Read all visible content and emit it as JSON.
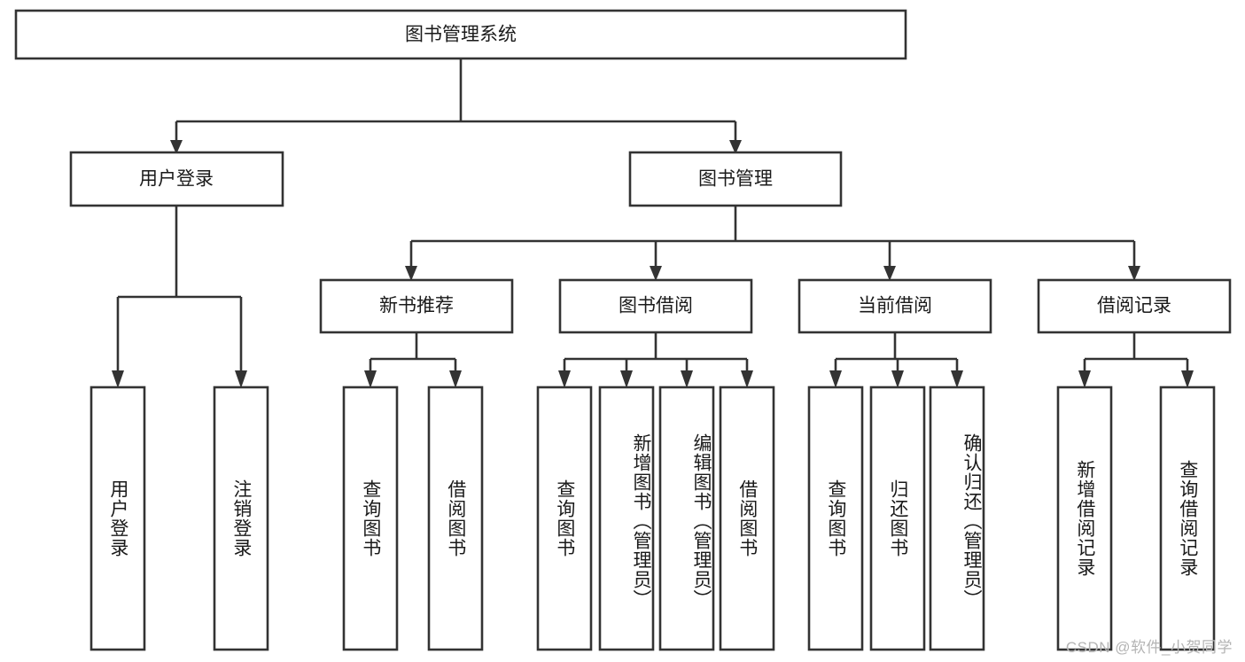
{
  "diagram": {
    "type": "tree-hierarchy",
    "title": "图书管理系统",
    "watermark": "CSDN @软件_小贺同学",
    "colors": {
      "stroke": "#333333",
      "box_fill": "#ffffff",
      "text": "#1a1a1a",
      "background": "#ffffff",
      "watermark": "#b4b4b4"
    },
    "root": {
      "label": "图书管理系统",
      "orientation": "horizontal"
    },
    "level2": [
      {
        "label": "用户登录",
        "orientation": "horizontal"
      },
      {
        "label": "图书管理",
        "orientation": "horizontal"
      }
    ],
    "level3": [
      {
        "label": "新书推荐",
        "orientation": "horizontal"
      },
      {
        "label": "图书借阅",
        "orientation": "horizontal"
      },
      {
        "label": "当前借阅",
        "orientation": "horizontal"
      },
      {
        "label": "借阅记录",
        "orientation": "horizontal"
      }
    ],
    "leaves": [
      {
        "label": "用户登录",
        "parent": "用户登录",
        "orientation": "vertical"
      },
      {
        "label": "注销登录",
        "parent": "用户登录",
        "orientation": "vertical"
      },
      {
        "label": "查询图书",
        "parent": "新书推荐",
        "orientation": "vertical"
      },
      {
        "label": "借阅图书",
        "parent": "新书推荐",
        "orientation": "vertical"
      },
      {
        "label": "查询图书",
        "parent": "图书借阅",
        "orientation": "vertical"
      },
      {
        "label": "新增图书（管理员）",
        "parent": "图书借阅",
        "orientation": "vertical"
      },
      {
        "label": "编辑图书（管理员）",
        "parent": "图书借阅",
        "orientation": "vertical"
      },
      {
        "label": "借阅图书",
        "parent": "图书借阅",
        "orientation": "vertical"
      },
      {
        "label": "查询图书",
        "parent": "当前借阅",
        "orientation": "vertical"
      },
      {
        "label": "归还图书",
        "parent": "当前借阅",
        "orientation": "vertical"
      },
      {
        "label": "确认归还（管理员）",
        "parent": "当前借阅",
        "orientation": "vertical"
      },
      {
        "label": "新增借阅记录",
        "parent": "借阅记录",
        "orientation": "vertical"
      },
      {
        "label": "查询借阅记录",
        "parent": "借阅记录",
        "orientation": "vertical"
      }
    ]
  }
}
